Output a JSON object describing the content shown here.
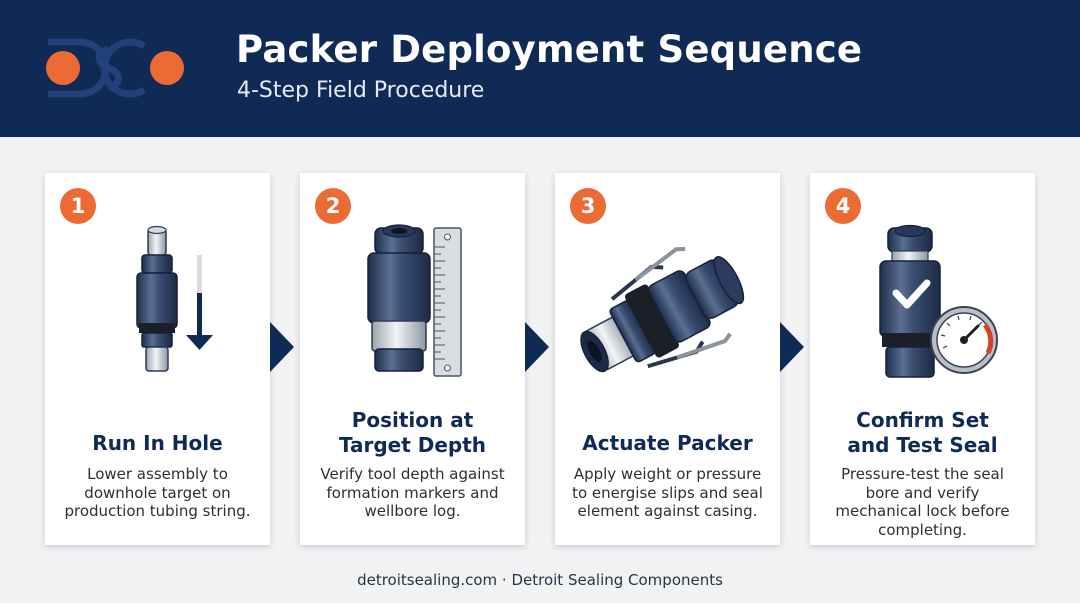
{
  "header": {
    "title": "Packer Deployment Sequence",
    "subtitle": "4-Step Field Procedure"
  },
  "colors": {
    "navy": "#0f2a55",
    "accent": "#ec6a34",
    "background": "#f1f2f4"
  },
  "steps": [
    {
      "number": "1",
      "title_lines": [
        "Run In Hole"
      ],
      "description": "Lower assembly to downhole target on production tubing string.",
      "icon": "packer-tool-down-arrow-icon"
    },
    {
      "number": "2",
      "title_lines": [
        "Position at",
        "Target Depth"
      ],
      "description": "Verify tool depth against formation markers and wellbore log.",
      "icon": "packer-tool-ruler-icon"
    },
    {
      "number": "3",
      "title_lines": [
        "Actuate Packer"
      ],
      "description": "Apply weight or pressure to energise slips and seal element against casing.",
      "icon": "packer-slips-expanded-icon"
    },
    {
      "number": "4",
      "title_lines": [
        "Confirm Set",
        "and Test Seal"
      ],
      "description": "Pressure-test the seal bore and verify mechanical lock before completing.",
      "icon": "packer-check-gauge-icon"
    }
  ],
  "footer": {
    "text": "detroitsealing.com · Detroit Sealing Components"
  }
}
